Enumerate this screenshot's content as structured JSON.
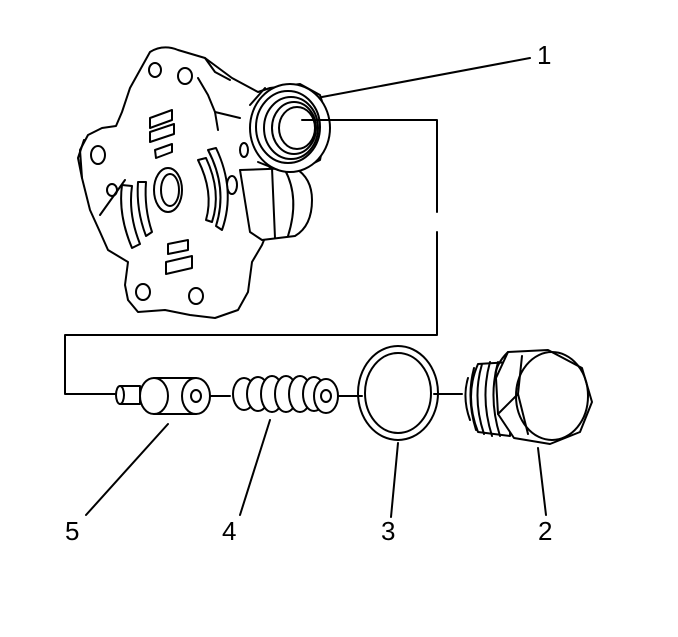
{
  "callouts": {
    "c1": "1",
    "c2": "2",
    "c3": "3",
    "c4": "4",
    "c5": "5"
  },
  "parts": [
    {
      "callout": "1",
      "icon": "pump-body-icon"
    },
    {
      "callout": "2",
      "icon": "plug-icon"
    },
    {
      "callout": "3",
      "icon": "o-ring-icon"
    },
    {
      "callout": "4",
      "icon": "spring-icon"
    },
    {
      "callout": "5",
      "icon": "valve-icon"
    }
  ],
  "colors": {
    "line": "#000000",
    "background": "#ffffff"
  }
}
